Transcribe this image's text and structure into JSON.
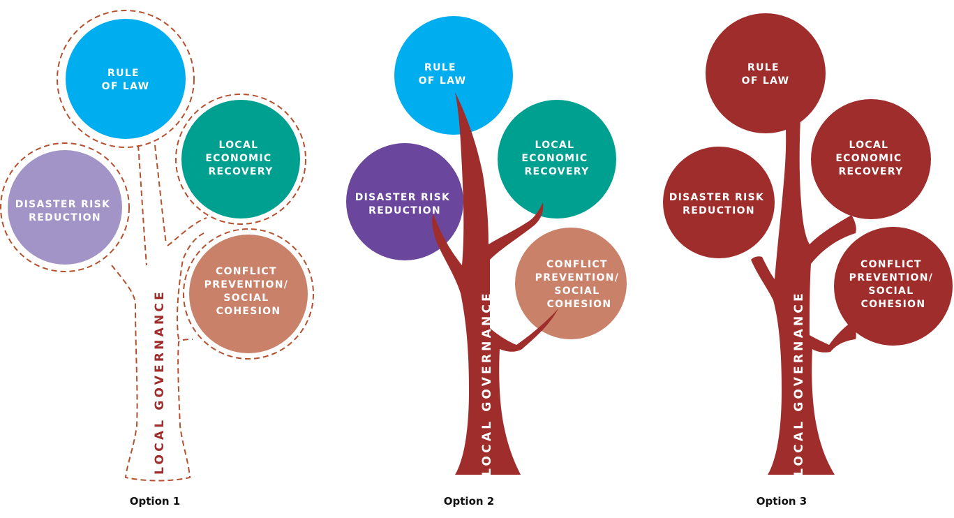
{
  "colors": {
    "trunk": "#9e2d2b",
    "rule_of_law": "#00aeef",
    "local_economic_recovery": "#00a090",
    "disaster_risk_reduction_option1": "#a394c8",
    "disaster_risk_reduction_option2": "#6a479c",
    "conflict_prevention": "#c9816a",
    "outline_dashed": "#b5502e",
    "white_text": "#ffffff"
  },
  "trunk_label": "LOCAL GOVERNANCE",
  "circle_labels": {
    "rule_of_law": [
      "RULE",
      "OF LAW"
    ],
    "local_economic_recovery": [
      "LOCAL",
      "ECONOMIC",
      "RECOVERY"
    ],
    "disaster_risk_reduction": [
      "DISASTER RISK",
      "REDUCTION"
    ],
    "conflict_prevention": [
      "CONFLICT",
      "PREVENTION/",
      "SOCIAL",
      "COHESION"
    ]
  },
  "options": [
    {
      "caption": "Option 1",
      "style": "dashed-outline"
    },
    {
      "caption": "Option 2",
      "style": "colored-circles"
    },
    {
      "caption": "Option 3",
      "style": "monochrome"
    }
  ]
}
